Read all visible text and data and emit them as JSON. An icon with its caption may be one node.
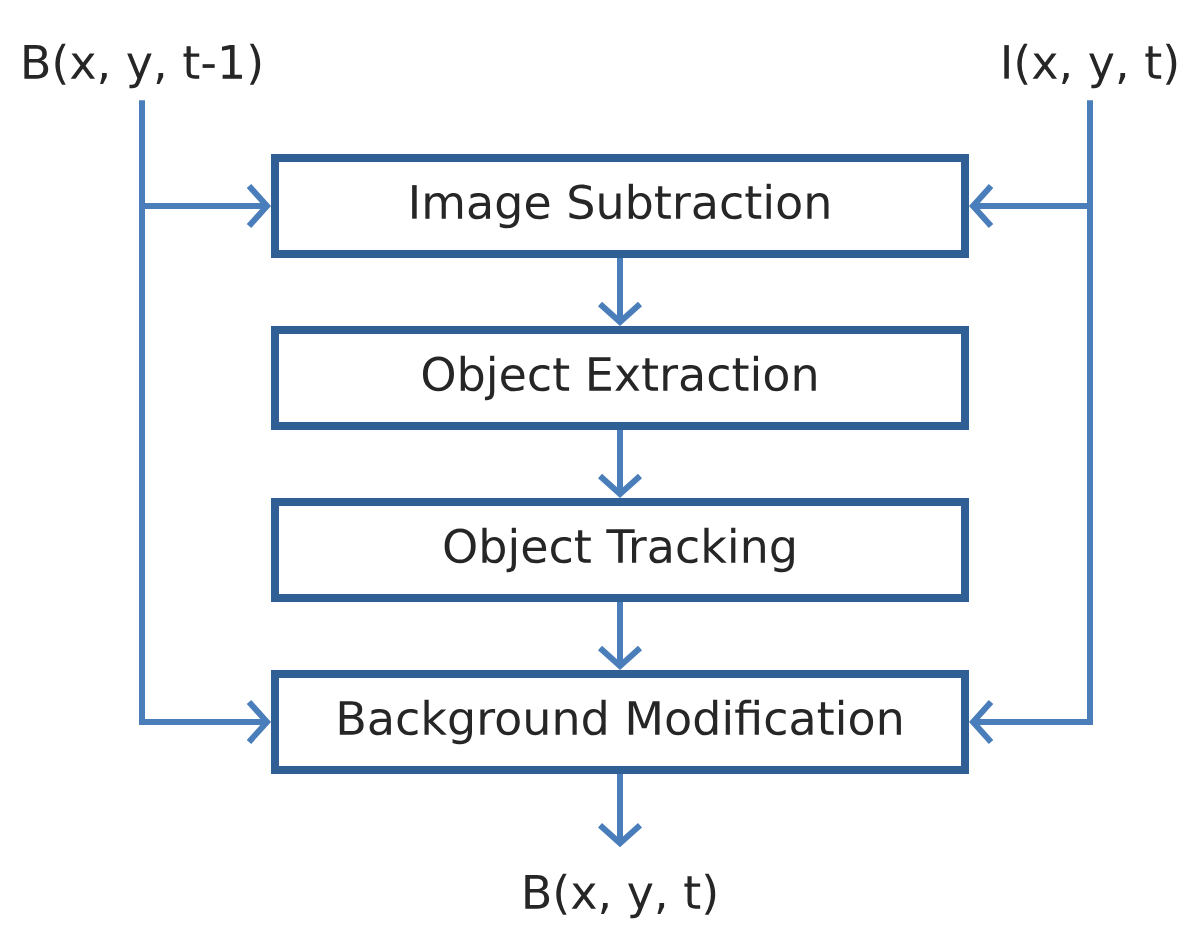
{
  "diagram": {
    "nodes": [
      {
        "text": [
          "B(x, y, t-1)"
        ]
      },
      {
        "text": [
          "I(x, y, t)"
        ]
      },
      {
        "text": [
          "Image Subtraction"
        ]
      },
      {
        "text": [
          "Object Extraction"
        ]
      },
      {
        "text": [
          "Object Tracking"
        ]
      },
      {
        "text": [
          "Background Modification"
        ]
      },
      {
        "text": [
          "B(x, y, t)"
        ]
      }
    ],
    "edges": [
      {
        "from": 0,
        "to": 2,
        "arrow": "to"
      },
      {
        "from": 0,
        "to": 5,
        "arrow": "to"
      },
      {
        "from": 1,
        "to": 2,
        "arrow": "to"
      },
      {
        "from": 1,
        "to": 5,
        "arrow": "to"
      },
      {
        "from": 2,
        "to": 3,
        "arrow": "to"
      },
      {
        "from": 3,
        "to": 4,
        "arrow": "to"
      },
      {
        "from": 4,
        "to": 5,
        "arrow": "to"
      },
      {
        "from": 5,
        "to": 6,
        "arrow": "to"
      }
    ]
  }
}
